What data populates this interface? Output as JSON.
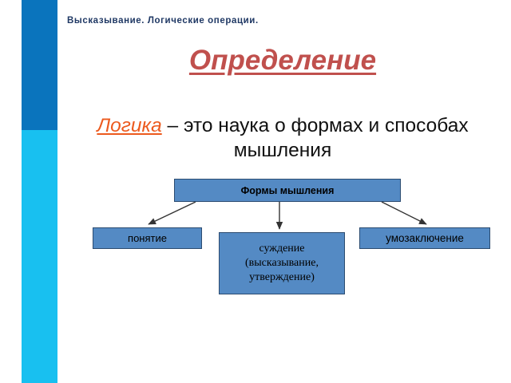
{
  "slide": {
    "header_title": "Высказывание. Логические операции.",
    "main_title": "Определение",
    "definition": {
      "term": "Логика",
      "rest": " – это наука о формах и способах мышления"
    }
  },
  "sidebar": {
    "bars": [
      {
        "name": "top-bar",
        "color": "#0a74bd"
      },
      {
        "name": "bottom-bar",
        "color": "#18c0f0"
      }
    ]
  },
  "diagram": {
    "root": "Формы мышления",
    "children": [
      "понятие",
      "суждение\n(высказывание,\nутверждение)",
      "умозаключение"
    ],
    "node_fill": "#548ac4",
    "node_border": "#2b4b70",
    "connector_color": "#404040"
  }
}
